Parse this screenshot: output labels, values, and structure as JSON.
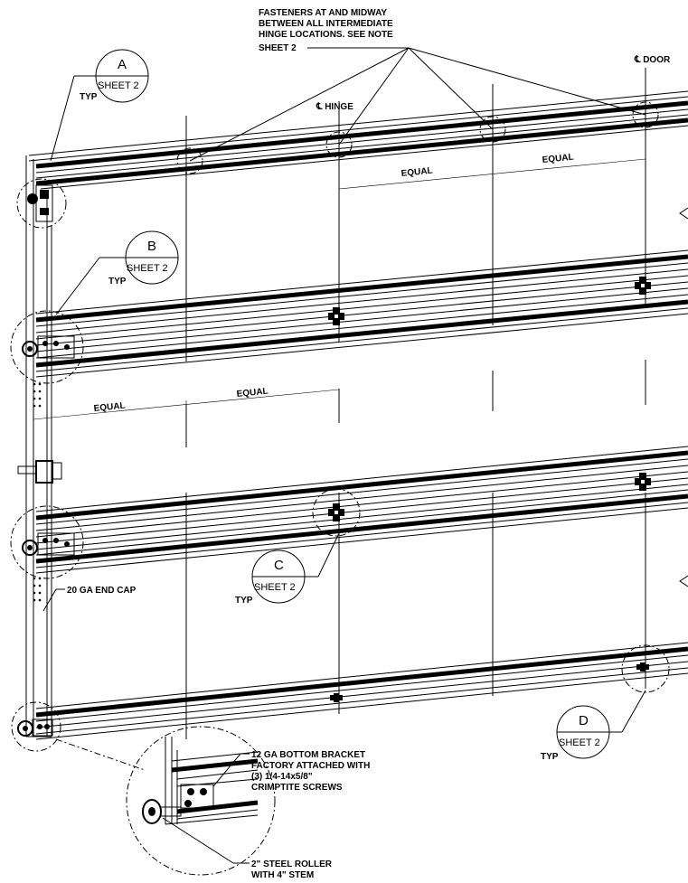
{
  "notes": {
    "fasteners": [
      "FASTENERS AT AND MIDWAY",
      "BETWEEN ALL INTERMEDIATE",
      "HINGE LOCATIONS.  SEE NOTE",
      "SHEET 2"
    ],
    "end_cap": "20 GA END CAP",
    "bracket": [
      "12 GA BOTTOM BRACKET",
      "FACTORY ATTACHED WITH",
      "(3) 1/4-14x5/8\"",
      "CRIMPTITE SCREWS"
    ],
    "roller": [
      "2\" STEEL ROLLER",
      "WITH 4\" STEM"
    ]
  },
  "centerlines": {
    "door": "℄ DOOR",
    "hinge": "℄ HINGE"
  },
  "dimensions": {
    "equal_label": "EQUAL"
  },
  "callouts": [
    {
      "letter": "A",
      "sheet": "SHEET 2",
      "typ": "TYP"
    },
    {
      "letter": "B",
      "sheet": "SHEET 2",
      "typ": "TYP"
    },
    {
      "letter": "C",
      "sheet": "SHEET 2",
      "typ": "TYP"
    },
    {
      "letter": "D",
      "sheet": "SHEET 2",
      "typ": "TYP"
    }
  ]
}
